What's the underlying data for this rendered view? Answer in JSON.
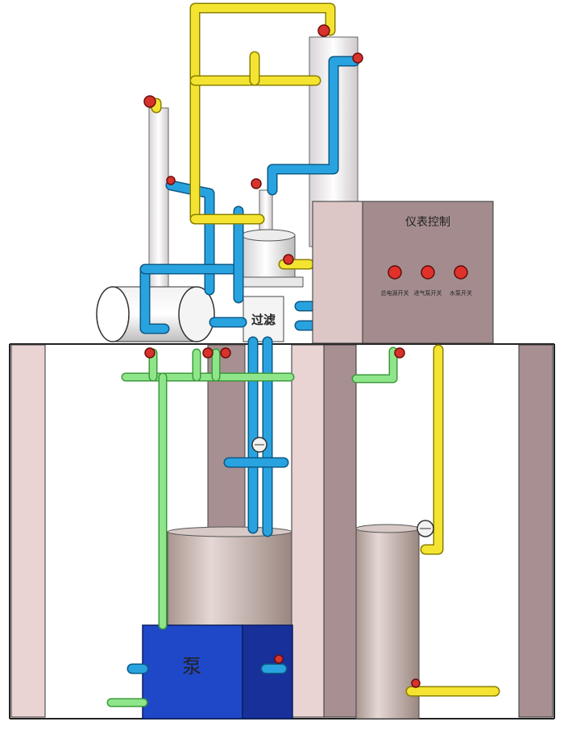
{
  "control_box": {
    "title": "仪表控制",
    "switches": [
      {
        "label": "总电源开关"
      },
      {
        "label": "进气泵开关"
      },
      {
        "label": "水泵开关"
      }
    ]
  },
  "filter_label": "过滤",
  "pump_label": "泵",
  "colors": {
    "air_pipe": "#f4e431",
    "water_pipe": "#29a3e0",
    "drain_pipe": "#8ee58a",
    "valve": "#d8322c",
    "pump": "#1f48c8",
    "frame_post": "#ead3d3",
    "tank": "#c9b9b5"
  }
}
